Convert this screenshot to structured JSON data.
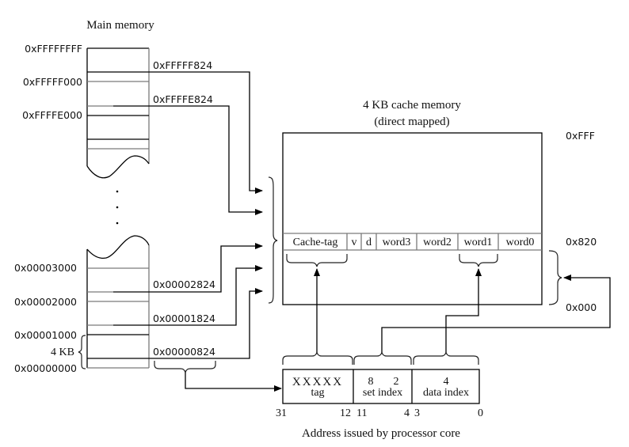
{
  "main_memory": {
    "title": "Main memory",
    "boundary_labels": [
      "0xFFFFFFFF",
      "0xFFFFF000",
      "0xFFFFE000",
      "0x00003000",
      "0x00002000",
      "0x00001000",
      "0x00000000"
    ],
    "block_size_label": "4 KB",
    "mapped_addresses": [
      "0xFFFFF824",
      "0xFFFFE824",
      "0x00002824",
      "0x00001824",
      "0x00000824"
    ],
    "ellipsis": "..."
  },
  "cache": {
    "title_line1": "4 KB cache memory",
    "title_line2": "(direct mapped)",
    "address_labels": {
      "top": "0xFFF",
      "row": "0x820",
      "bottom": "0x000"
    },
    "row_fields": [
      "Cache-tag",
      "v",
      "d",
      "word3",
      "word2",
      "word1",
      "word0"
    ]
  },
  "address": {
    "fields": [
      {
        "name": "tag",
        "value": "XXXXX",
        "msb": "31",
        "lsb": "12"
      },
      {
        "name": "set index",
        "value": "8      2",
        "msb": "11",
        "lsb": "4"
      },
      {
        "name": "data index",
        "value": "4",
        "msb": "3",
        "lsb": "0"
      }
    ],
    "caption": "Address issued by processor core"
  }
}
